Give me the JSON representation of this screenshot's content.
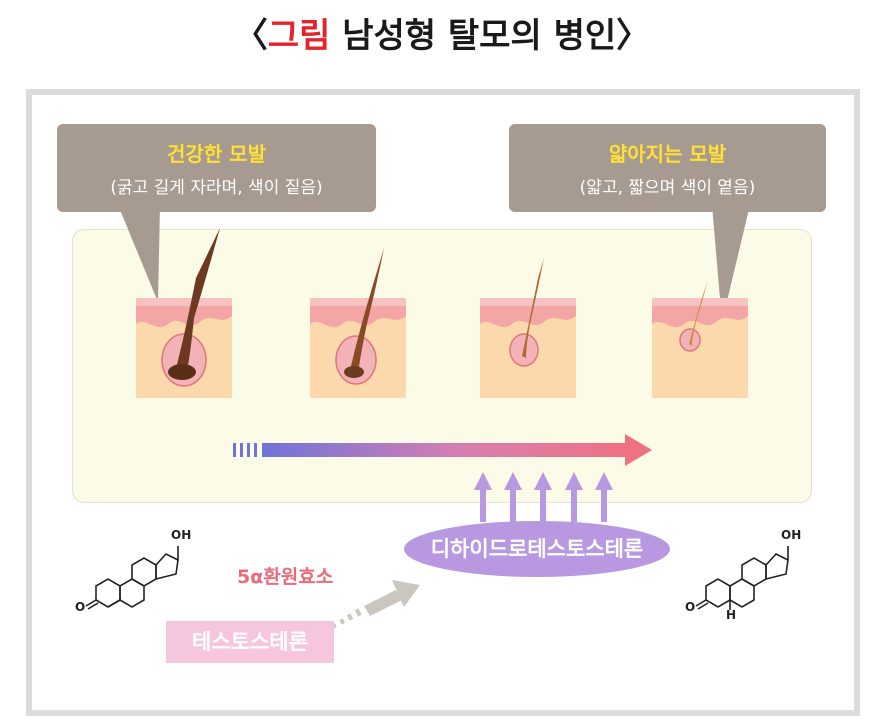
{
  "title": {
    "prefix": "〈",
    "accent": "그림",
    "rest": " 남성형 탈모의 병인〉"
  },
  "callout_left": {
    "heading": "건강한 모발",
    "sub": "(굵고 길게 자라며, 색이 짙음)"
  },
  "callout_right": {
    "heading": "얇아지는 모발",
    "sub": "(얇고, 짧으며 색이 옅음)"
  },
  "enzyme_label": "5α환원효소",
  "testosterone_label": "테스토스테론",
  "dht_label": "디하이드로테스토스테론",
  "molecule_left": {
    "oh": "OH",
    "o": "O"
  },
  "molecule_right": {
    "oh": "OH",
    "o": "O",
    "h": "H"
  },
  "colors": {
    "accent": "#e5232c",
    "callout_bg": "#a69a91",
    "callout_heading": "#ffe033",
    "panel_bg": "#fcfbe7",
    "enzyme": "#e96b7a",
    "pill": "#f6c6df",
    "dht": "#b898e0"
  },
  "hair_follicles": [
    {
      "stage": "healthy",
      "size": 1.0
    },
    {
      "stage": "thinning-1",
      "size": 0.8
    },
    {
      "stage": "thinning-2",
      "size": 0.55
    },
    {
      "stage": "thinning-3",
      "size": 0.35
    }
  ]
}
